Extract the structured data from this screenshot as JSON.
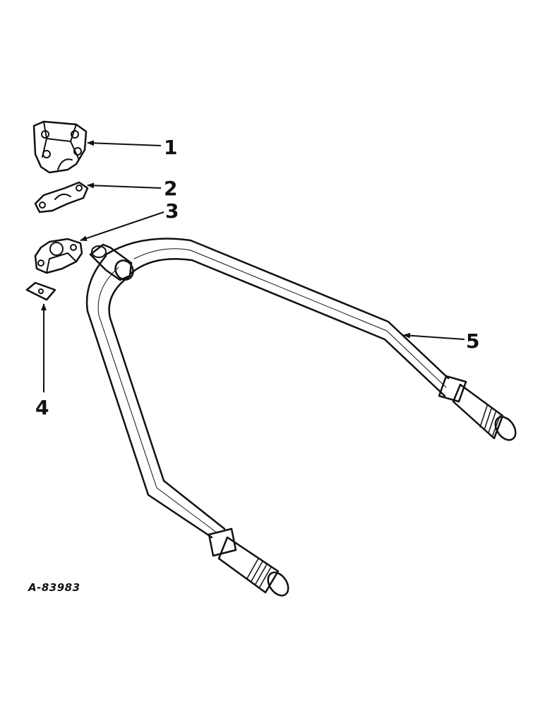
{
  "diagram": {
    "figure_id": "A-83983",
    "callouts": [
      {
        "number": "1"
      },
      {
        "number": "2"
      },
      {
        "number": "3"
      },
      {
        "number": "4"
      },
      {
        "number": "5"
      }
    ]
  }
}
